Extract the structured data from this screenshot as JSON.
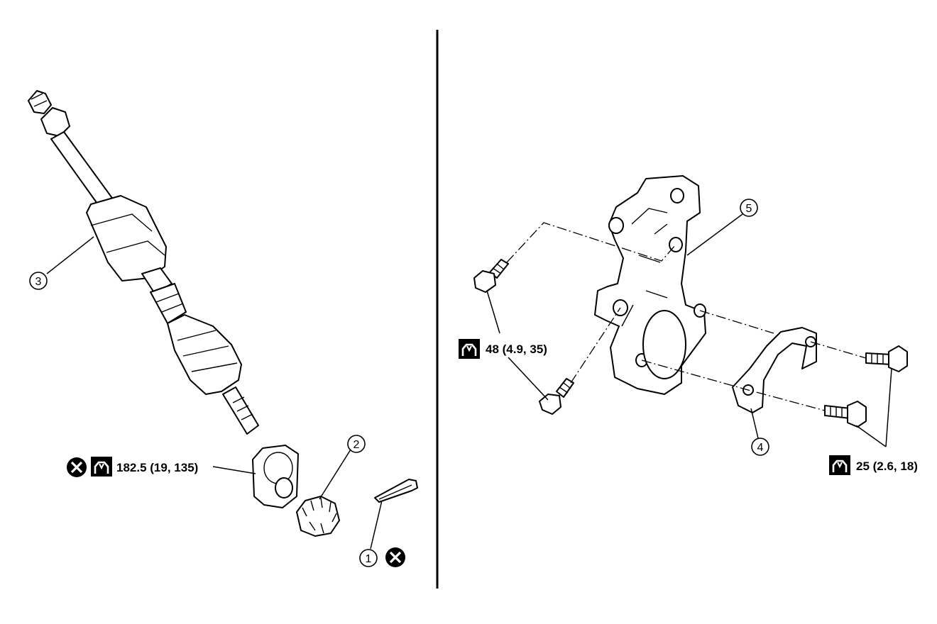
{
  "parts": {
    "p1": {
      "number": "1"
    },
    "p2": {
      "number": "2"
    },
    "p3": {
      "number": "3"
    },
    "p4": {
      "number": "4"
    },
    "p5": {
      "number": "5"
    }
  },
  "torque": {
    "axle_nut": "182.5 (19, 135)",
    "knuckle_bolts": "48 (4.9, 35)",
    "bracket_bolts": "25 (2.6, 18)"
  },
  "symbols": {
    "torque_icon": "wrench-torque-icon",
    "replace_icon": "do-not-reuse-icon"
  }
}
